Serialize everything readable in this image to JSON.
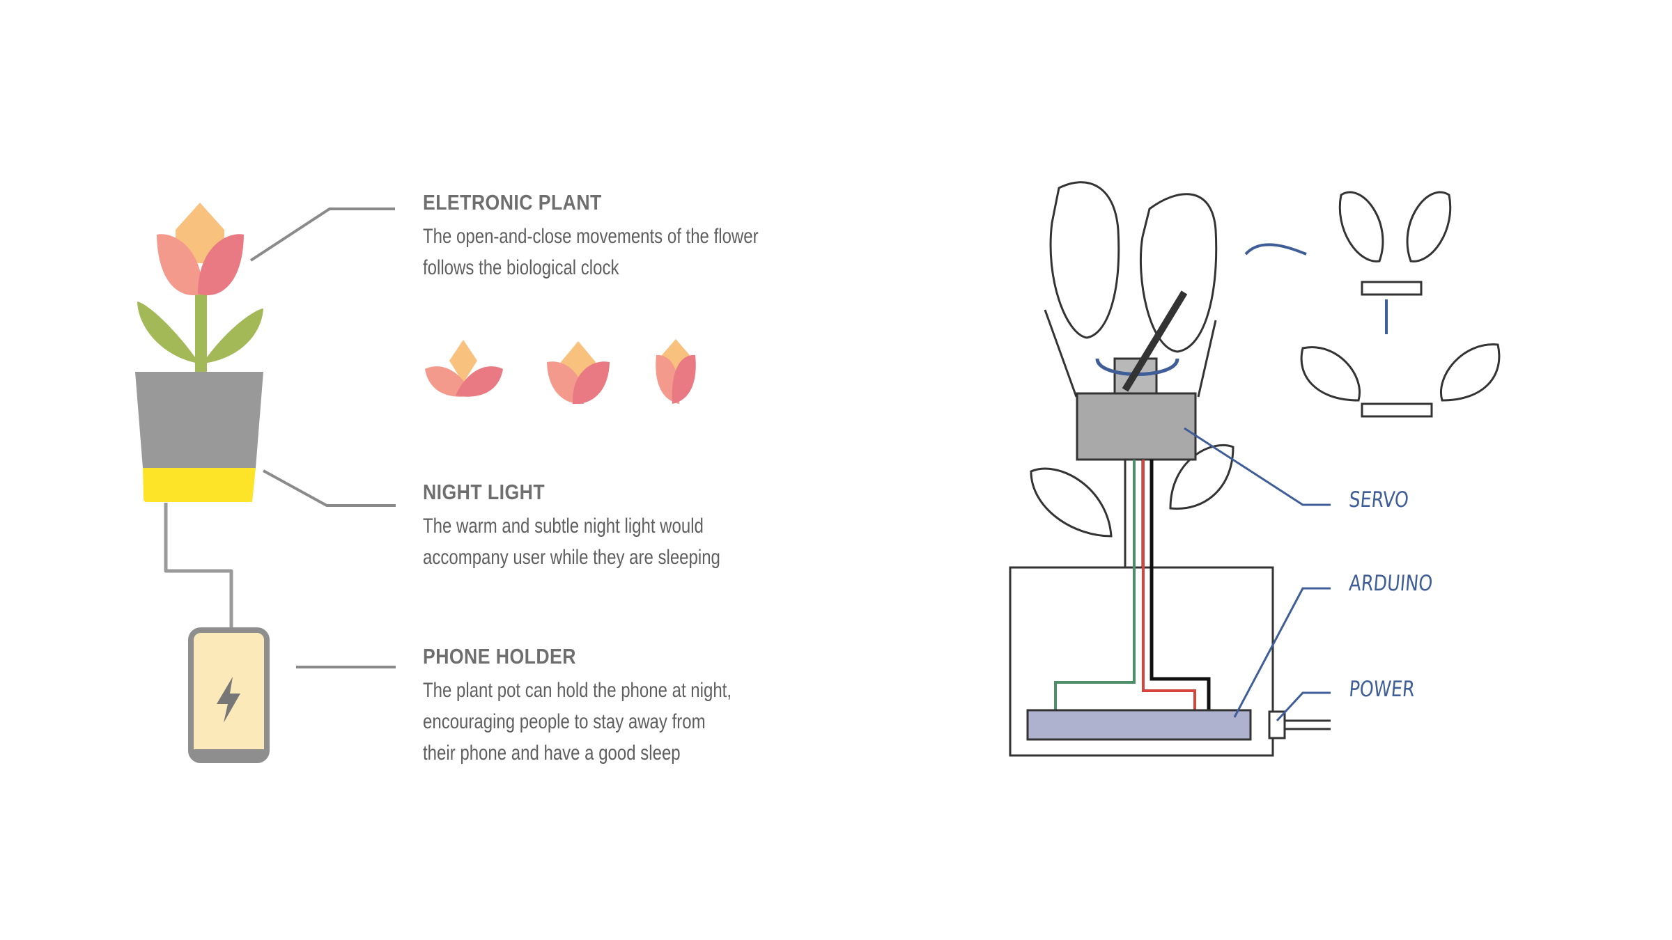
{
  "features": [
    {
      "heading": "ELETRONIC PLANT",
      "lines": [
        "The open-and-close movements of the flower",
        "follows the biological clock"
      ]
    },
    {
      "heading": "NIGHT LIGHT",
      "lines": [
        "The warm and subtle night light would",
        "accompany user while they are sleeping"
      ]
    },
    {
      "heading": "PHONE HOLDER",
      "lines": [
        "The plant pot can hold the phone at night,",
        "encouraging people to stay away from",
        "their phone and have a good sleep"
      ]
    }
  ],
  "sketch_labels": {
    "servo": "SERVO",
    "arduino": "ARDUINO",
    "power": "POWER"
  },
  "icons": [
    "tulip-icon",
    "pot-icon",
    "phone-icon",
    "lightning-icon"
  ],
  "colors": {
    "petal_back": "#f8c27e",
    "petal_front": "#f39a8d",
    "petal_right": "#e97a83",
    "leaf": "#a3b856",
    "pot": "#999999",
    "light": "#fde428",
    "phone_screen": "#fbe9b9",
    "phone_frame": "#8e8e8e",
    "sketch_blue": "#3f5d97",
    "wire_green": "#4e8f6a",
    "wire_red": "#d5453c"
  }
}
